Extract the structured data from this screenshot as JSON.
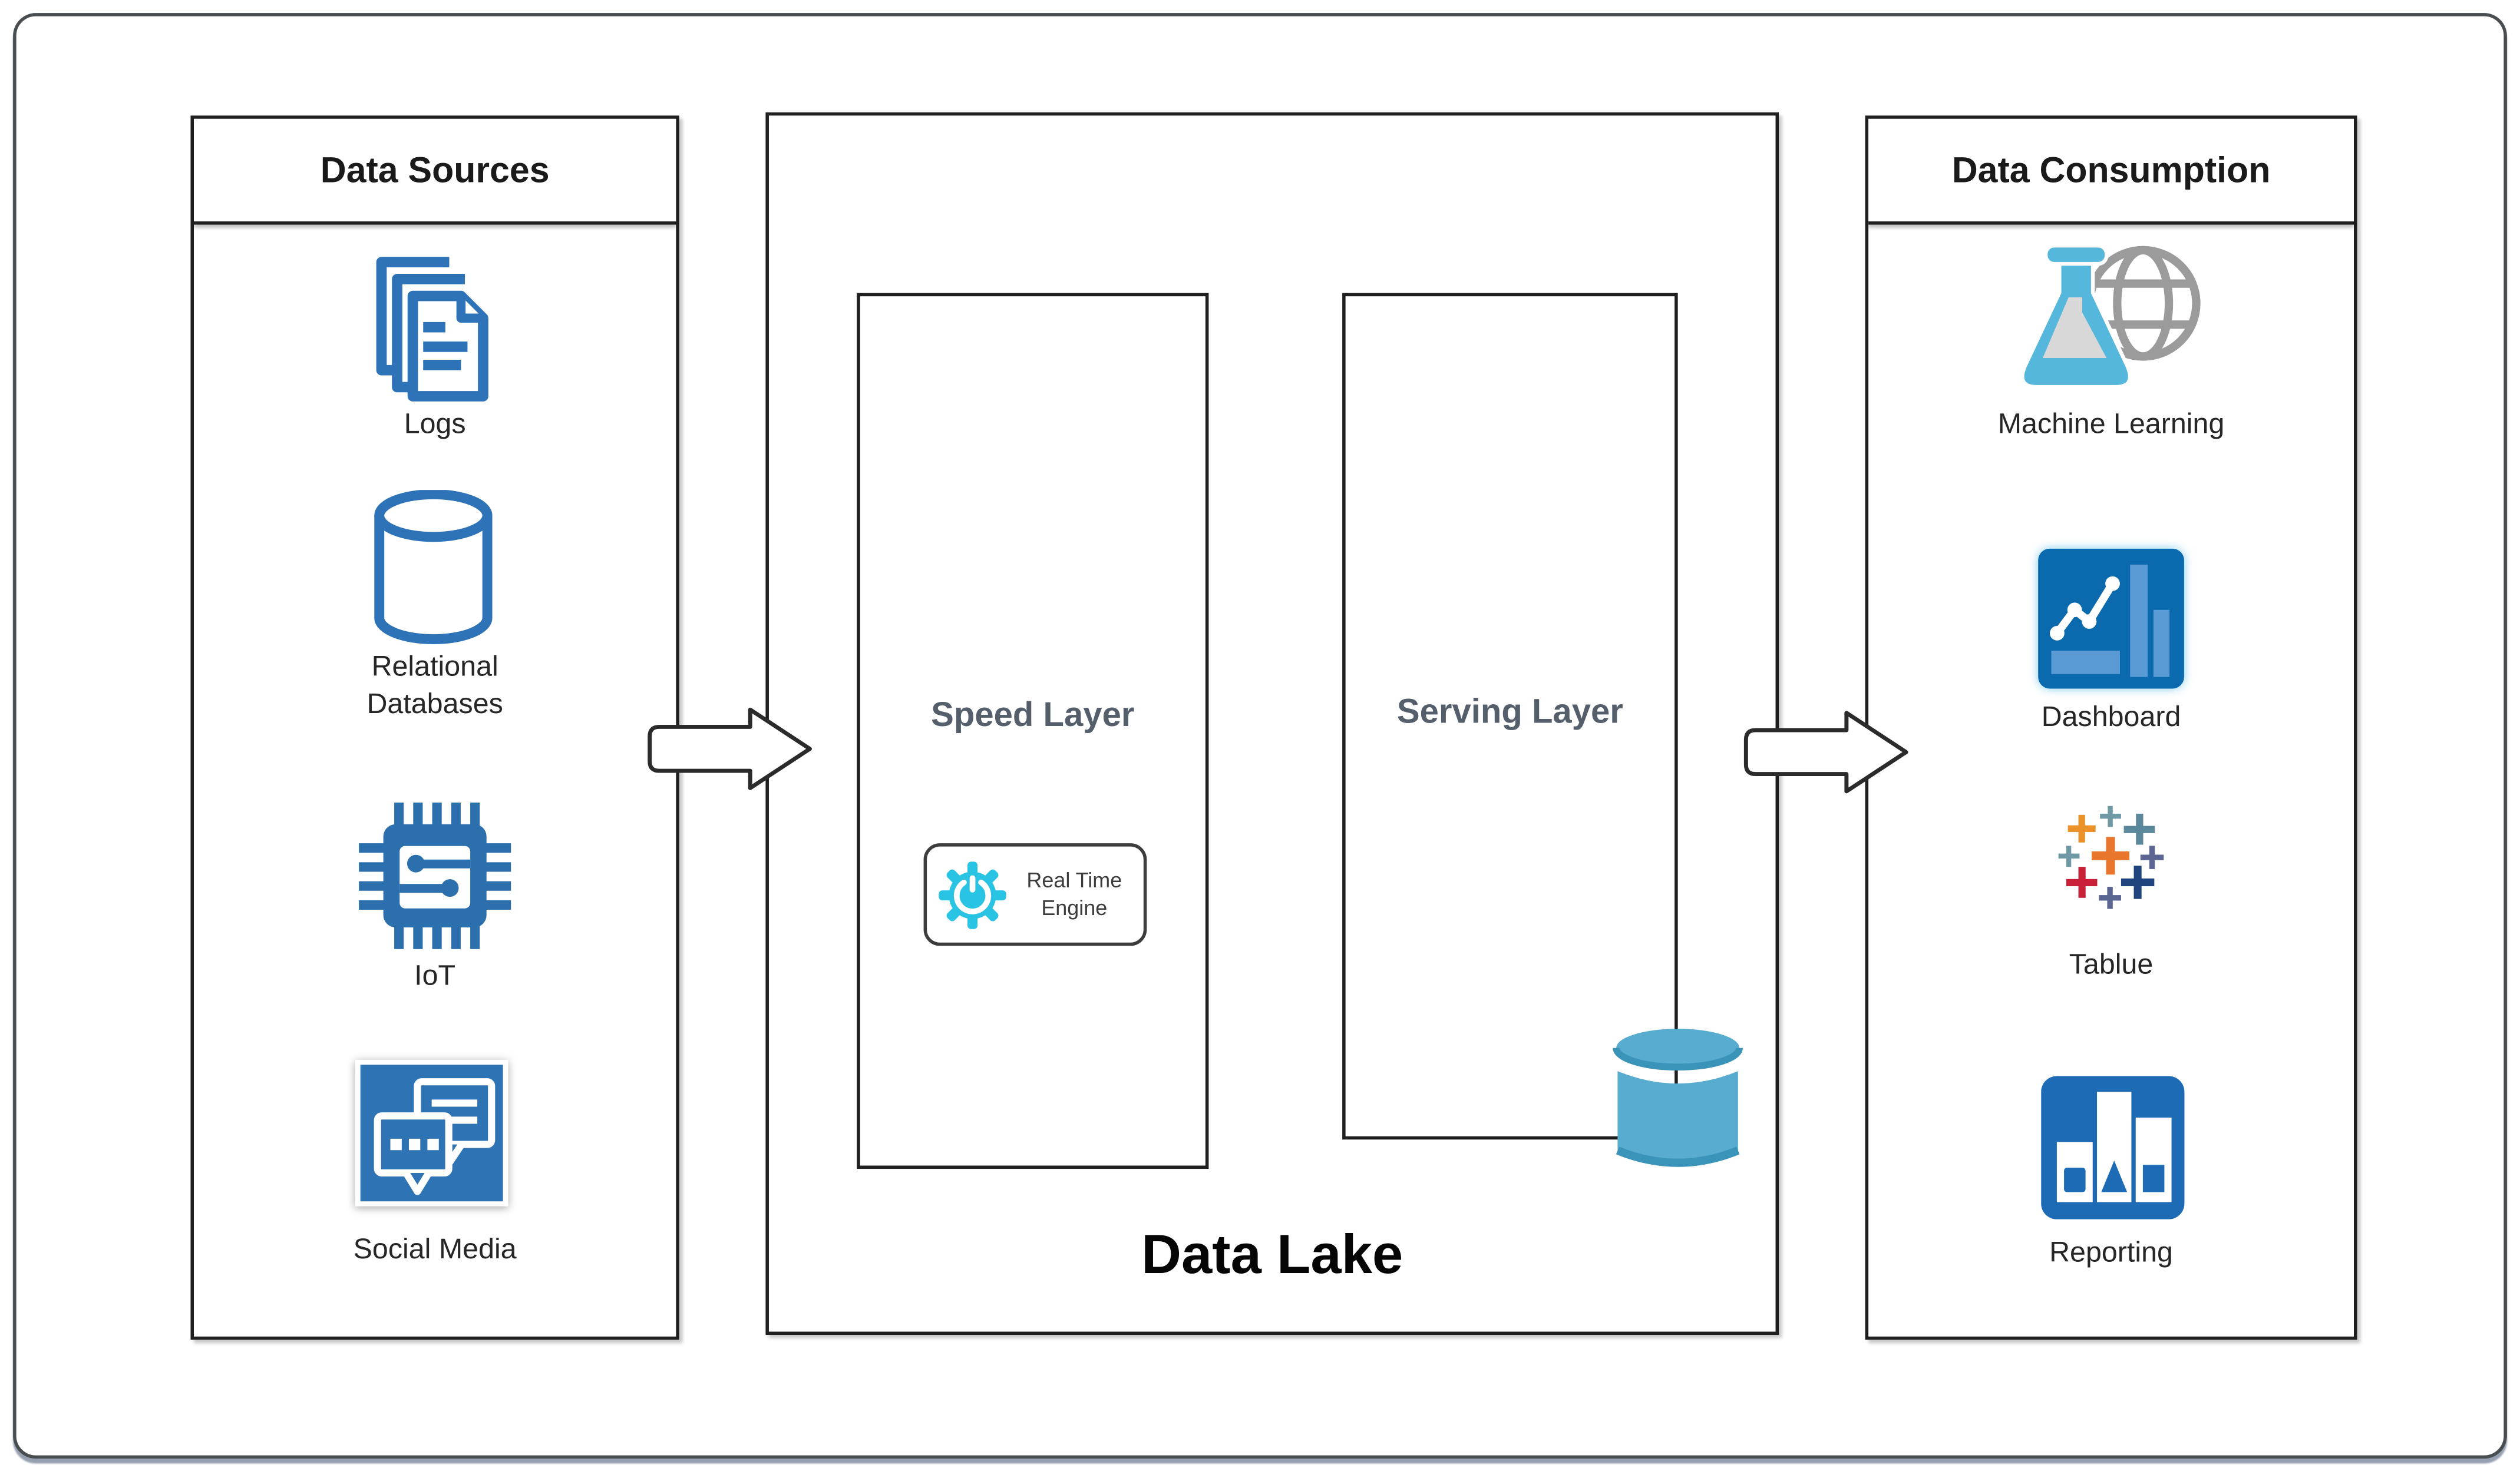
{
  "frame": {
    "background": "#ffffff",
    "border_color": "#484d52"
  },
  "data_sources": {
    "title": "Data Sources",
    "items": [
      {
        "label": "Logs",
        "icon": "logs-icon"
      },
      {
        "label": "Relational Databases",
        "icon": "database-cylinder-icon"
      },
      {
        "label": "IoT",
        "icon": "iot-chip-icon"
      },
      {
        "label": "Social Media",
        "icon": "social-media-icon"
      }
    ]
  },
  "data_lake": {
    "title": "Data Lake",
    "speed_layer": {
      "title": "Speed Layer",
      "engine_label": "Real Time Engine"
    },
    "serving_layer": {
      "title": "Serving Layer",
      "storage_icon": "database-cylinder-icon"
    }
  },
  "data_consumption": {
    "title": "Data Consumption",
    "items": [
      {
        "label": "Machine Learning",
        "icon": "flask-globe-icon"
      },
      {
        "label": "Dashboard",
        "icon": "dashboard-chart-icon"
      },
      {
        "label": "Tablue",
        "icon": "tableau-plus-icon"
      },
      {
        "label": "Reporting",
        "icon": "reporting-bars-icon"
      }
    ]
  },
  "colors": {
    "icon_blue": "#2E73B8",
    "social_bg": "#2E74B5",
    "dashboard_bg": "#0A6AAD",
    "dashboard_bars": "#5B9BD5",
    "reporting_bg": "#1C6BB4",
    "cylinder_fill": "#57ACCF",
    "cylinder_rim": "#3A93B8",
    "gear_cyan": "#29C3E3",
    "flask_blue": "#56B7DD",
    "flask_liquid": "#D8D8D8",
    "globe_gray": "#9B9B9B",
    "layer_title_text": "#545F6B",
    "tableau_palette": [
      "#E8762D",
      "#EB9129",
      "#C72037",
      "#1F447E",
      "#5B879B",
      "#7099A6",
      "#5C6692"
    ]
  }
}
